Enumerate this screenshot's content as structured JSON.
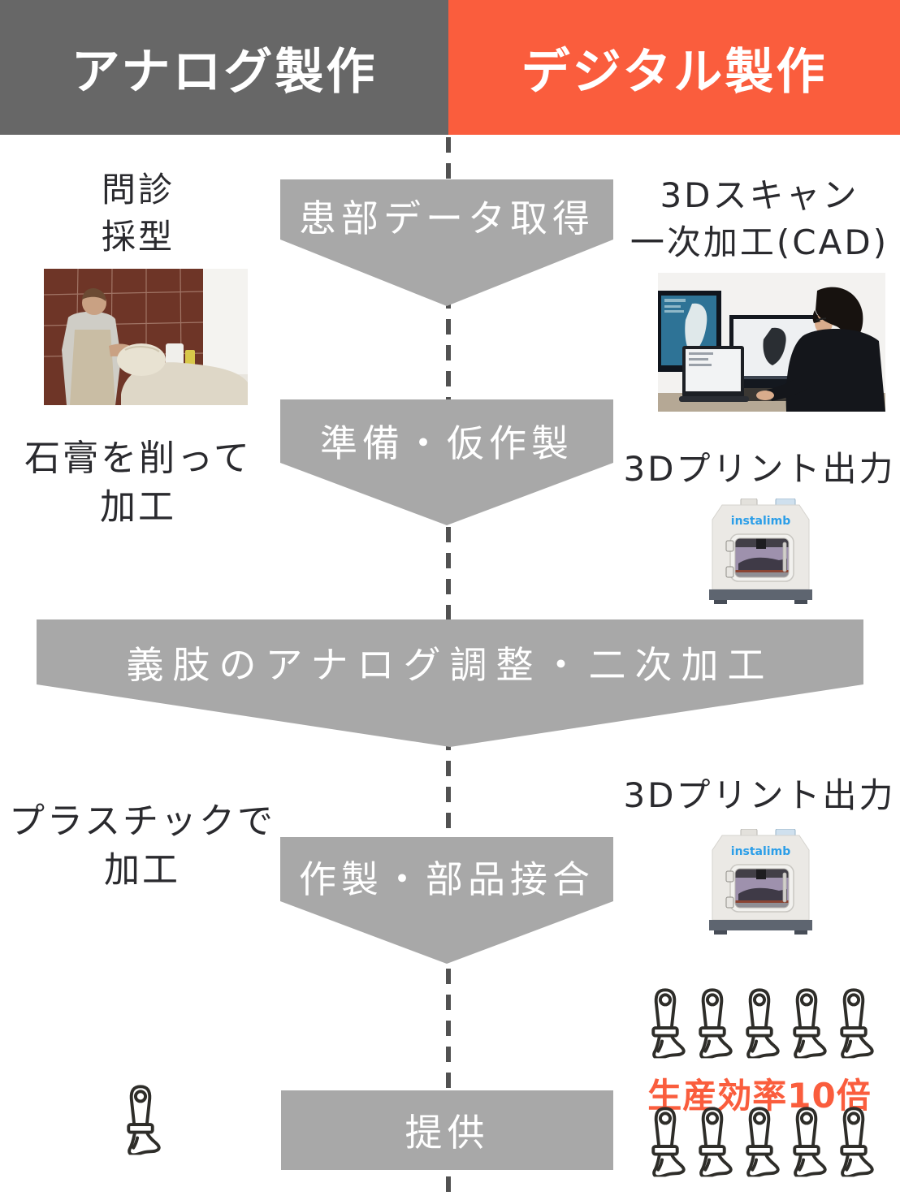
{
  "header": {
    "analog_label": "アナログ製作",
    "digital_label": "デジタル製作"
  },
  "flow_banners": [
    {
      "label": "患部データ取得"
    },
    {
      "label": "準備・仮作製"
    },
    {
      "label": "義肢のアナログ調整・二次加工"
    },
    {
      "label": "作製・部品接合"
    },
    {
      "label": "提供"
    }
  ],
  "analog_column": {
    "step1_line1": "問診",
    "step1_line2": "採型",
    "step2_line1": "石膏を削って",
    "step2_line2": "加工",
    "step4_line1": "プラスチックで",
    "step4_line2": "加工",
    "output_foot_count": 1
  },
  "digital_column": {
    "step1_line1": "3Dスキャン",
    "step1_line2": "一次加工(CAD)",
    "print_label_1": "3Dプリント出力",
    "print_label_2": "3Dプリント出力",
    "printer_logo": "instalimb",
    "efficiency_note": "生産効率10倍",
    "output_rows": [
      5,
      5
    ]
  },
  "icons": {
    "prosthetic_foot": "prosthetic-foot-icon"
  },
  "colors": {
    "analog_header_bg": "#676767",
    "digital_header_bg": "#fa5d3d",
    "banner_gray": "#a8a8a8",
    "divider_gray": "#515151",
    "text_dark": "#2a2a2e",
    "accent_orange": "#fa5d3d",
    "instalimb_blue": "#2b9ee8"
  }
}
